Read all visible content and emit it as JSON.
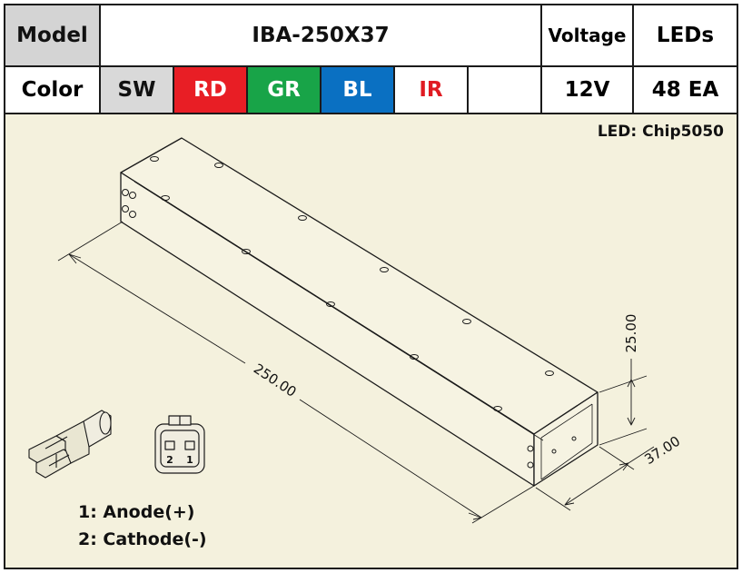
{
  "spec": {
    "model_label": "Model",
    "model_value": "IBA-250X37",
    "voltage_label": "Voltage",
    "leds_label": "LEDs",
    "color_label": "Color",
    "colors": [
      "SW",
      "RD",
      "GR",
      "BL",
      "IR"
    ],
    "voltage_value": "12V",
    "leds_value": "48 EA"
  },
  "led_type": "LED: Chip5050",
  "dimensions": {
    "length": "250.00",
    "height": "25.00",
    "width": "37.00"
  },
  "connector": {
    "pin_numbers": [
      "2",
      "1"
    ]
  },
  "pins": {
    "anode": "1: Anode(+)",
    "cathode": "2: Cathode(-)"
  },
  "colors_hex": {
    "SW": "#d9d9d9",
    "RD": "#e81e25",
    "GR": "#18a448",
    "BL": "#0a70c2",
    "IR": "#e01b22",
    "background": "#f4f1dd"
  }
}
